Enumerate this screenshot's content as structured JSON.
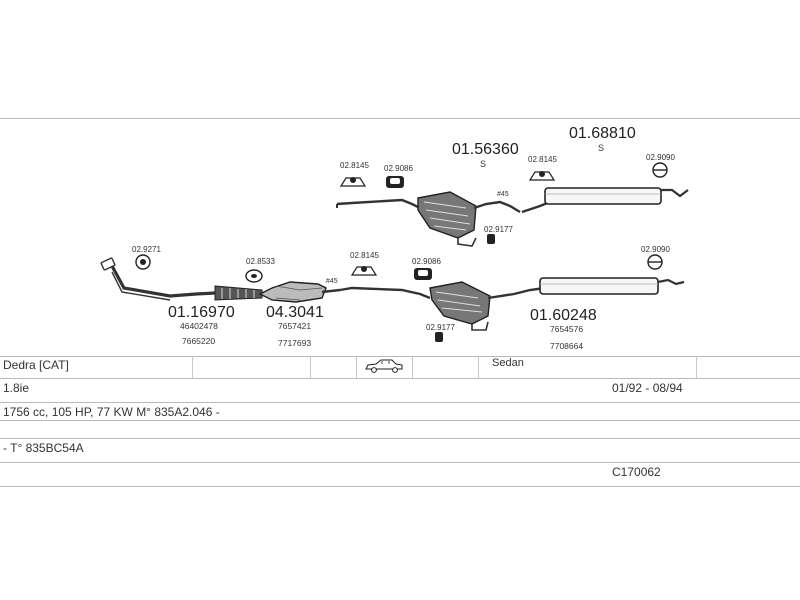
{
  "diagram": {
    "upper_line": {
      "main_parts": [
        {
          "code": "01.56360",
          "suffix": "S"
        },
        {
          "code": "01.68810",
          "suffix": "S"
        }
      ],
      "fittings": [
        "02.8145",
        "02.9086",
        "02.8145",
        "02.9090",
        "02.9177"
      ],
      "clamp_mark": "#45"
    },
    "lower_line": {
      "main_parts": [
        {
          "code": "01.16970",
          "refs": [
            "46402478",
            "7665220"
          ]
        },
        {
          "code": "04.3041",
          "refs": [
            "7657421",
            "7717693"
          ]
        },
        {
          "code": "01.60248",
          "refs": [
            "7654576",
            "7708664"
          ]
        }
      ],
      "fittings": [
        "02.9271",
        "02.8533",
        "02.8145",
        "02.9086",
        "02.9090",
        "02.9177"
      ],
      "clamp_mark": "#45"
    }
  },
  "vehicle_table": {
    "model": "Dedra  [CAT]",
    "body_type": "Sedan",
    "body_icon": "sedan-car-icon",
    "engine_variant": "1.8ie",
    "production_years": "01/92 - 08/94",
    "engine_spec": "1756 cc, 105 HP, 77 KW  M° 835A2.046 -",
    "chassis": "- T° 835BC54A",
    "kit_code": "C170062"
  }
}
